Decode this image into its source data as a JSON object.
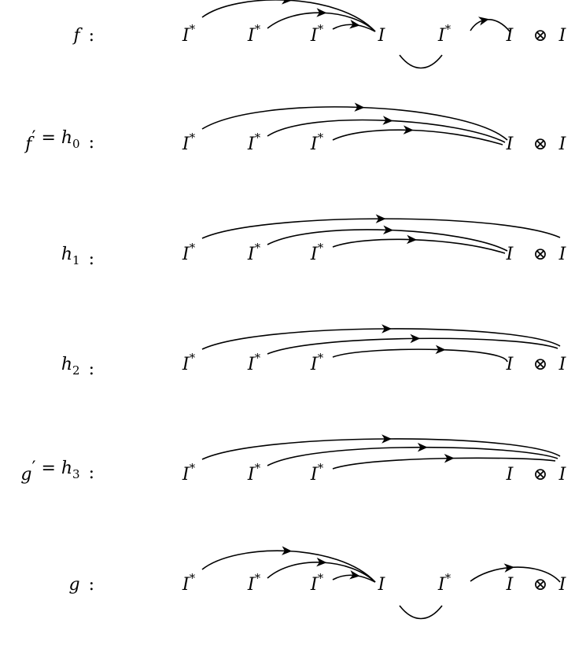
{
  "rows": [
    {
      "label": {
        "base": "f",
        "prime": "",
        "sub": "",
        "rest": "",
        "colon": ":"
      },
      "atoms": [
        {
          "kind": "I",
          "star": "*"
        },
        {
          "kind": "I",
          "star": "*"
        },
        {
          "kind": "I",
          "star": "*"
        },
        {
          "kind": "I",
          "star": ""
        },
        {
          "kind": "I",
          "star": "*"
        },
        {
          "kind": "I",
          "star": ""
        },
        {
          "kind": "tensor",
          "star": ""
        },
        {
          "kind": "I",
          "star": ""
        }
      ]
    },
    {
      "label": {
        "base": "f",
        "prime": "′",
        "sub": "",
        "rest": " = h",
        "rest_sub": "0",
        "colon": ":"
      },
      "atoms": [
        {
          "kind": "I",
          "star": "*"
        },
        {
          "kind": "I",
          "star": "*"
        },
        {
          "kind": "I",
          "star": "*"
        },
        {
          "kind": "I",
          "star": ""
        },
        {
          "kind": "tensor",
          "star": ""
        },
        {
          "kind": "I",
          "star": ""
        }
      ]
    },
    {
      "label": {
        "base": "h",
        "prime": "",
        "sub": "1",
        "rest": "",
        "colon": ":"
      },
      "atoms": [
        {
          "kind": "I",
          "star": "*"
        },
        {
          "kind": "I",
          "star": "*"
        },
        {
          "kind": "I",
          "star": "*"
        },
        {
          "kind": "I",
          "star": ""
        },
        {
          "kind": "tensor",
          "star": ""
        },
        {
          "kind": "I",
          "star": ""
        }
      ]
    },
    {
      "label": {
        "base": "h",
        "prime": "",
        "sub": "2",
        "rest": "",
        "colon": ":"
      },
      "atoms": [
        {
          "kind": "I",
          "star": "*"
        },
        {
          "kind": "I",
          "star": "*"
        },
        {
          "kind": "I",
          "star": "*"
        },
        {
          "kind": "I",
          "star": ""
        },
        {
          "kind": "tensor",
          "star": ""
        },
        {
          "kind": "I",
          "star": ""
        }
      ]
    },
    {
      "label": {
        "base": "g",
        "prime": "′",
        "sub": "",
        "rest": " = h",
        "rest_sub": "3",
        "colon": ":"
      },
      "atoms": [
        {
          "kind": "I",
          "star": "*"
        },
        {
          "kind": "I",
          "star": "*"
        },
        {
          "kind": "I",
          "star": "*"
        },
        {
          "kind": "I",
          "star": ""
        },
        {
          "kind": "tensor",
          "star": ""
        },
        {
          "kind": "I",
          "star": ""
        }
      ]
    },
    {
      "label": {
        "base": "g",
        "prime": "",
        "sub": "",
        "rest": "",
        "colon": ":"
      },
      "atoms": [
        {
          "kind": "I",
          "star": "*"
        },
        {
          "kind": "I",
          "star": "*"
        },
        {
          "kind": "I",
          "star": "*"
        },
        {
          "kind": "I",
          "star": ""
        },
        {
          "kind": "I",
          "star": "*"
        },
        {
          "kind": "I",
          "star": ""
        },
        {
          "kind": "tensor",
          "star": ""
        },
        {
          "kind": "I",
          "star": ""
        }
      ]
    }
  ],
  "symbols": {
    "I": "I",
    "tensor": "⊗"
  }
}
